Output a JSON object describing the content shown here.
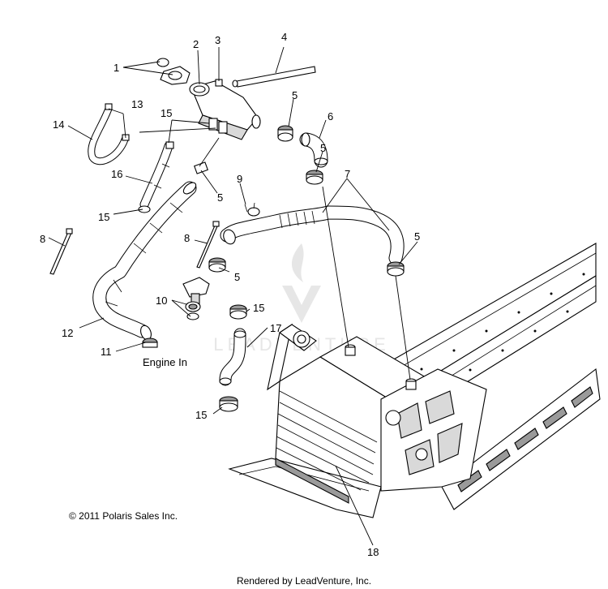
{
  "callouts": {
    "c1": "1",
    "c2": "2",
    "c3": "3",
    "c4": "4",
    "c5a": "5",
    "c5b": "5",
    "c5c": "5",
    "c5d": "5",
    "c5e": "5",
    "c6": "6",
    "c7": "7",
    "c8a": "8",
    "c8b": "8",
    "c9": "9",
    "c10": "10",
    "c11": "11",
    "c12": "12",
    "c13": "13",
    "c14": "14",
    "c15a": "15",
    "c15b": "15",
    "c15c": "15",
    "c15d": "15",
    "c16": "16",
    "c17": "17",
    "c18": "18"
  },
  "engine_label": "Engine In",
  "copyright": "© 2011 Polaris Sales Inc.",
  "watermark": "LEADVENTURE",
  "rendered_by": "Rendered by LeadVenture, Inc."
}
